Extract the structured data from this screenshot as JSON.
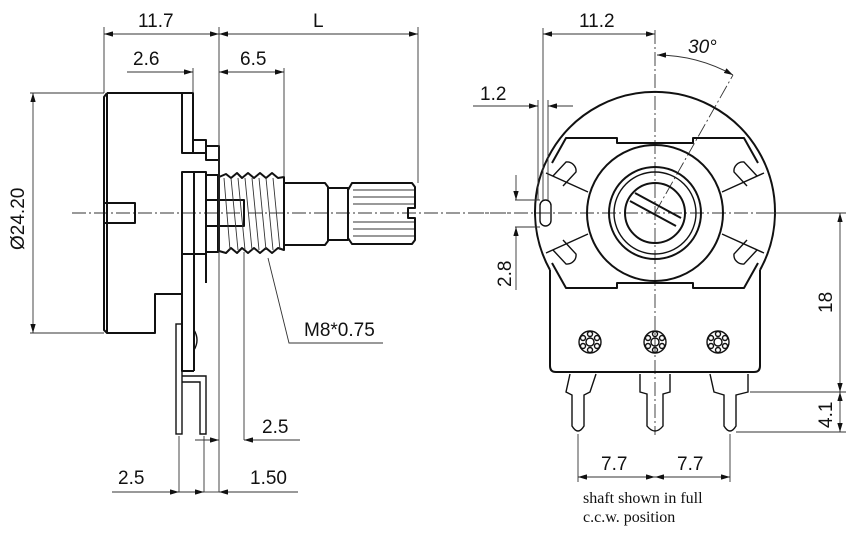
{
  "title": "Rotary potentiometer dimensional drawing",
  "side_view": {
    "dims": {
      "body_depth": "11.7",
      "shaft_length": "L",
      "step_depth": "2.6",
      "bushing_length": "6.5",
      "diameter": "Ø24.20",
      "thread": "M8*0.75",
      "pin_offset": "2.5",
      "pin_pitch": "2.5",
      "plate_offset": "1.50"
    }
  },
  "front_view": {
    "dims": {
      "center_offset": "11.2",
      "angle": "30°",
      "lug_width": "1.2",
      "lug_height": "2.8",
      "pin_height": "18",
      "pin_length": "4.1",
      "pin_spacing_left": "7.7",
      "pin_spacing_right": "7.7"
    },
    "note_line1": "shaft shown in full",
    "note_line2": "c.c.w. position"
  }
}
